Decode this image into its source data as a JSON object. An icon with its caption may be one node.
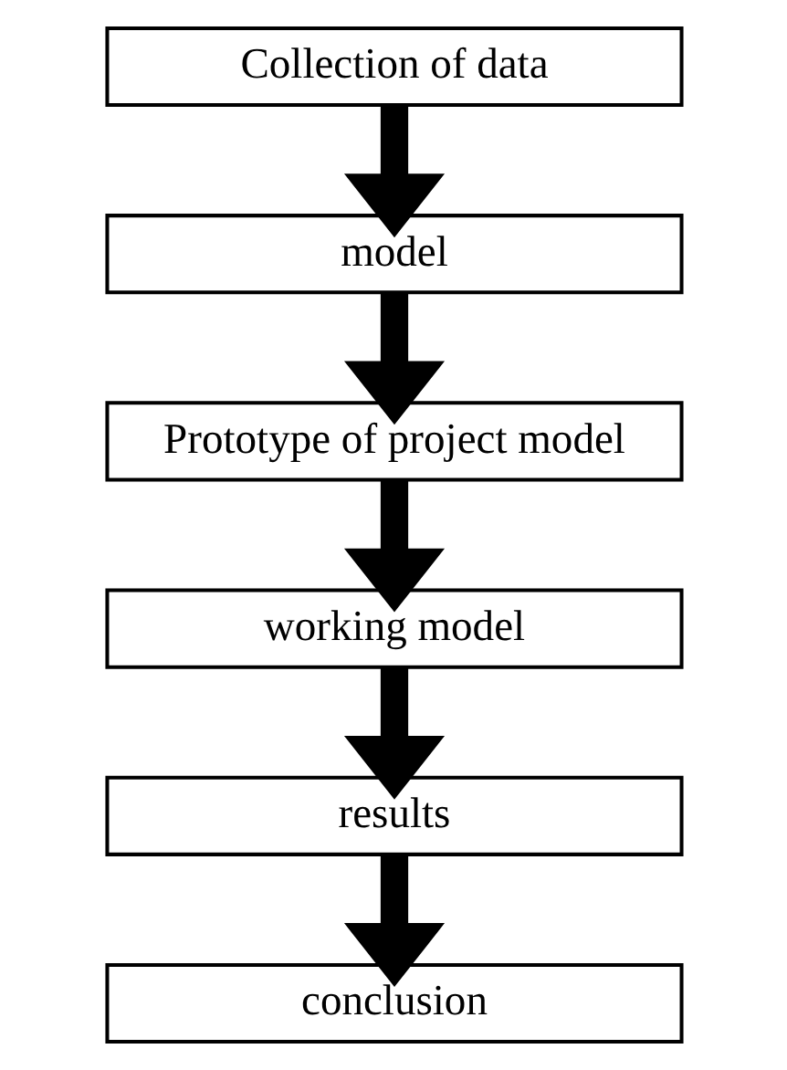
{
  "diagram": {
    "nodes": [
      {
        "text": [
          "Collection of data"
        ]
      },
      {
        "text": [
          "model"
        ]
      },
      {
        "text": [
          "Prototype of project model"
        ]
      },
      {
        "text": [
          "working model"
        ]
      },
      {
        "text": [
          "results"
        ]
      },
      {
        "text": [
          "conclusion"
        ]
      }
    ],
    "edges": [
      {
        "from": 0,
        "to": 1,
        "arrow": "to"
      },
      {
        "from": 1,
        "to": 2,
        "arrow": "to"
      },
      {
        "from": 2,
        "to": 3,
        "arrow": "to"
      },
      {
        "from": 3,
        "to": 4,
        "arrow": "to"
      },
      {
        "from": 4,
        "to": 5,
        "arrow": "to"
      }
    ]
  }
}
